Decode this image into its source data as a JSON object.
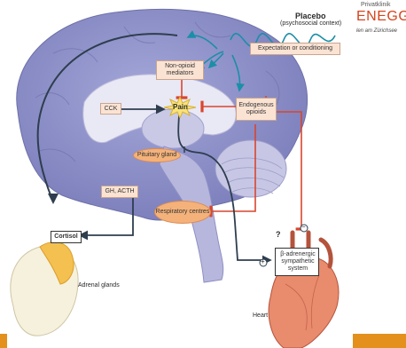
{
  "logo": {
    "small": "Privatklinik",
    "name": "ENEGG",
    "tagline": "len am Zürichsee"
  },
  "placebo": {
    "title": "Placebo",
    "subtitle": "(psychosocial context)",
    "expectation": "Expectation or conditioning"
  },
  "labels": {
    "non_opioid": "Non-opioid mediators",
    "cck": "CCK",
    "pain": "Pain",
    "endogenous": "Endogenous opioids",
    "pituitary": "Pituitary gland",
    "gh_acth": "GH, ACTH",
    "respiratory": "Respiratory centres",
    "cortisol": "Cortisol",
    "adrenal": "Adrenal glands",
    "beta": "β-adrenergic sympathetic system",
    "heart": "Heart",
    "question": "?",
    "minus": "−",
    "plus": "+"
  },
  "colors": {
    "brain": "#8f92c8",
    "brain_dark": "#6d70a8",
    "accent_orange": "#e3901c",
    "inhibit_red": "#d9452c",
    "teal": "#1c8ea8",
    "dark_arrow": "#2e3e4e"
  }
}
